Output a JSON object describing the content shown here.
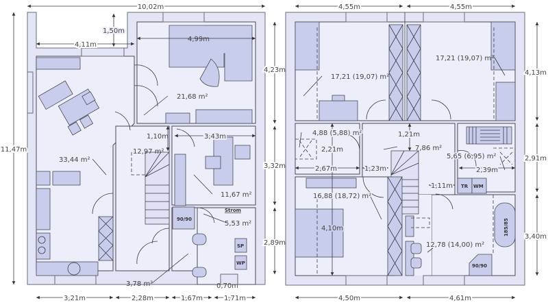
{
  "ground_floor": {
    "dimensions": {
      "total_width": "10,02m",
      "notch_depth": "1,50m",
      "notch_width": "4,11m",
      "living_width": "4,99m",
      "living_depth": "4,23m",
      "hall_gap": "1,10m",
      "office_width": "3,43m",
      "total_depth": "11,47m",
      "office_depth": "3,32m",
      "utility_depth": "2,89m",
      "window_width": "0,70m",
      "bottom_1": "3,21m",
      "bottom_2": "2,28m",
      "bottom_3": "1,67m",
      "bottom_4": "1,71m"
    },
    "areas": {
      "living": "21,68 m²",
      "hall": "12,97 m²",
      "kitchen_dining": "33,44 m²",
      "office": "11,67 m²",
      "utility": "5,53 m²",
      "wc": "3,78 m²"
    },
    "labels": {
      "strom": "Strom",
      "shower": "90/90",
      "sp": "SP",
      "wp": "WP"
    }
  },
  "upper_floor": {
    "dimensions": {
      "top_left": "4,55m",
      "top_right": "4,55m",
      "bedroom_depth": "4,13m",
      "stair_gap": "1,21m",
      "closet_depth": "2,21m",
      "middle_depth": "2,91m",
      "closet_width": "2,67m",
      "landing_width": "1,23m",
      "storage_width": "2,39m",
      "stair_width": "1,11m",
      "room_depth": "4,10m",
      "bath_depth": "3,40m",
      "bottom_left": "4,50m",
      "bottom_right": "4,61m"
    },
    "areas": {
      "bedroom_left": "17,21 (19,07) m²",
      "bedroom_right": "17,21 (19,07) m²",
      "closet": "4,88 (5,88) m²",
      "landing": "7,86 m²",
      "storage": "5,65 (6,95) m²",
      "room_bottom_left": "16,88 (18,72) m²",
      "bathroom": "12,78 (14,00) m²"
    },
    "labels": {
      "tr": "TR",
      "wm": "WM",
      "bathtub": "185/85",
      "shower": "90/90"
    }
  }
}
